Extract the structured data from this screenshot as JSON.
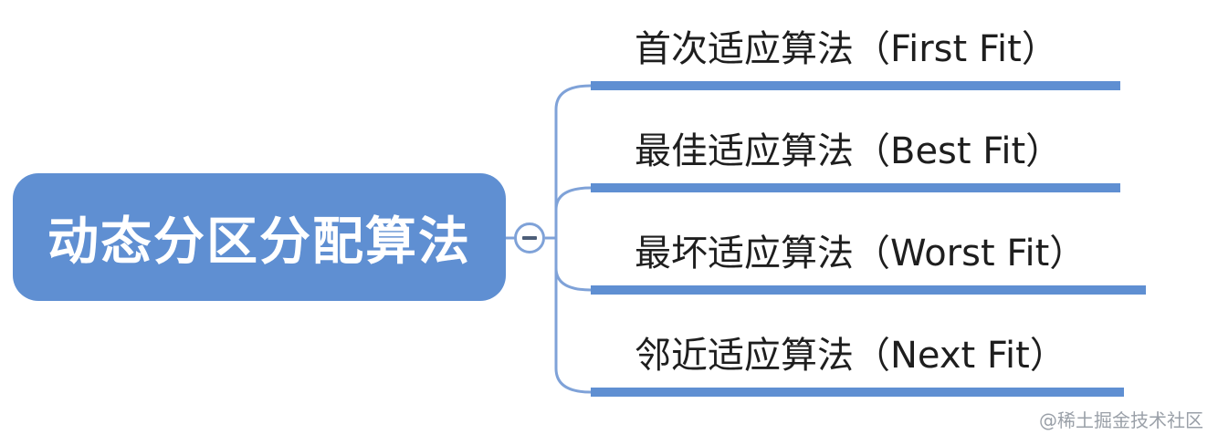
{
  "root": {
    "label": "动态分区分配算法"
  },
  "branches": [
    {
      "label": "首次适应算法（First Fit）"
    },
    {
      "label": "最佳适应算法（Best Fit）"
    },
    {
      "label": "最坏适应算法（Worst Fit）"
    },
    {
      "label": "邻近适应算法（Next Fit）"
    }
  ],
  "toggle": {
    "icon": "minus-circle-icon"
  },
  "colors": {
    "root_fill": "#5f8fd2",
    "branch_line": "#5f8fd2",
    "connector": "#7fa2d8",
    "label_text": "#1e1e1e"
  },
  "watermark": {
    "text": "@稀土掘金技术社区"
  }
}
